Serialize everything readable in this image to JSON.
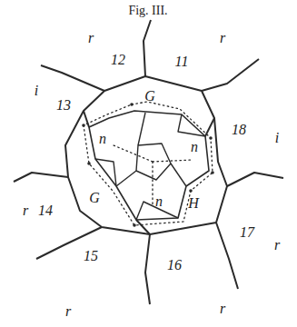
{
  "diagram": {
    "title": "Fig. III.",
    "nodes": [
      {
        "text": [
          "12"
        ]
      },
      {
        "text": [
          "11"
        ]
      },
      {
        "text": [
          "13"
        ]
      },
      {
        "text": [
          "G"
        ]
      },
      {
        "text": [
          "18"
        ]
      },
      {
        "text": [
          "n"
        ]
      },
      {
        "text": [
          "n"
        ]
      },
      {
        "text": [
          "G"
        ]
      },
      {
        "text": [
          "n"
        ]
      },
      {
        "text": [
          "H"
        ]
      },
      {
        "text": [
          "14"
        ]
      },
      {
        "text": [
          "17"
        ]
      },
      {
        "text": [
          "15"
        ]
      },
      {
        "text": [
          "16"
        ]
      }
    ],
    "labels": [
      "r",
      "r",
      "i",
      "i",
      "r",
      "r",
      "r",
      "r"
    ]
  }
}
